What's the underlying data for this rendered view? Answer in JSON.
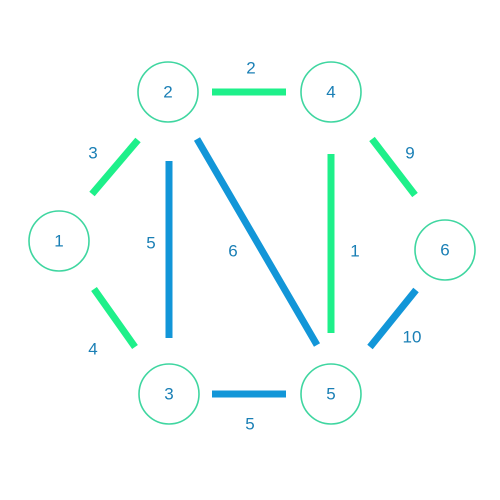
{
  "colors": {
    "node_stroke": "#3fd6a0",
    "label_text": "#1a7fb5",
    "edge_green": "#1ef08a",
    "edge_blue": "#1296d8"
  },
  "nodes": [
    {
      "id": "1",
      "label": "1"
    },
    {
      "id": "2",
      "label": "2"
    },
    {
      "id": "3",
      "label": "3"
    },
    {
      "id": "4",
      "label": "4"
    },
    {
      "id": "5",
      "label": "5"
    },
    {
      "id": "6",
      "label": "6"
    }
  ],
  "edges": [
    {
      "from": "1",
      "to": "2",
      "weight": "3",
      "color": "edge_green"
    },
    {
      "from": "1",
      "to": "3",
      "weight": "4",
      "color": "edge_green"
    },
    {
      "from": "2",
      "to": "4",
      "weight": "2",
      "color": "edge_green"
    },
    {
      "from": "2",
      "to": "3",
      "weight": "5",
      "color": "edge_blue"
    },
    {
      "from": "2",
      "to": "5",
      "weight": "6",
      "color": "edge_blue"
    },
    {
      "from": "4",
      "to": "5",
      "weight": "1",
      "color": "edge_green"
    },
    {
      "from": "4",
      "to": "6",
      "weight": "9",
      "color": "edge_green"
    },
    {
      "from": "3",
      "to": "5",
      "weight": "5",
      "color": "edge_blue"
    },
    {
      "from": "5",
      "to": "6",
      "weight": "10",
      "color": "edge_blue"
    }
  ]
}
